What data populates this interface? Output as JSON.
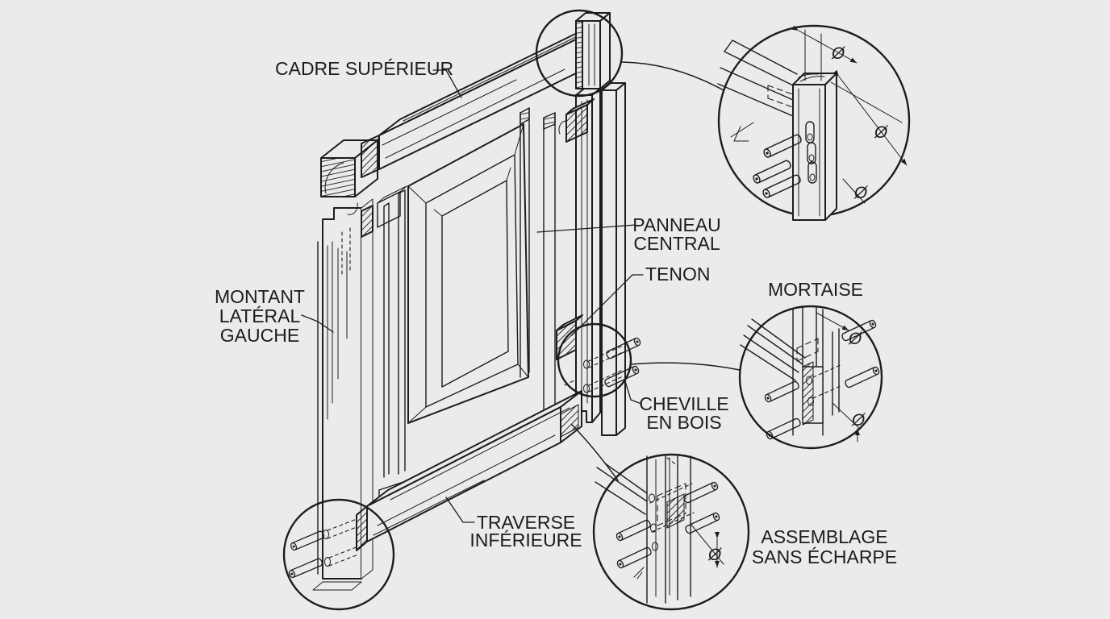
{
  "canvas": {
    "background_color": "#ebebeb",
    "line_color": "#1d1d1d"
  },
  "labels": {
    "cadre_superieur": {
      "lines": [
        "CADRE SUPÉRIEUR"
      ]
    },
    "montant_lateral_gauche": {
      "lines": [
        "MONTANT",
        "LATÉRAL",
        "GAUCHE"
      ]
    },
    "panneau_central": {
      "lines": [
        "PANNEAU",
        "CENTRAL"
      ]
    },
    "tenon": {
      "lines": [
        "TENON"
      ]
    },
    "mortaise": {
      "lines": [
        "MORTAISE"
      ]
    },
    "cheville_en_bois": {
      "lines": [
        "CHEVILLE",
        "EN BOIS"
      ]
    },
    "traverse_inferieure": {
      "lines": [
        "TRAVERSE",
        "INFÉRIEURE"
      ]
    },
    "assemblage_sans_echarpe": {
      "lines": [
        "ASSEMBLAGE",
        "SANS ÉCHARPE"
      ]
    }
  },
  "annotations": {
    "diameter_symbol": "Ø"
  }
}
